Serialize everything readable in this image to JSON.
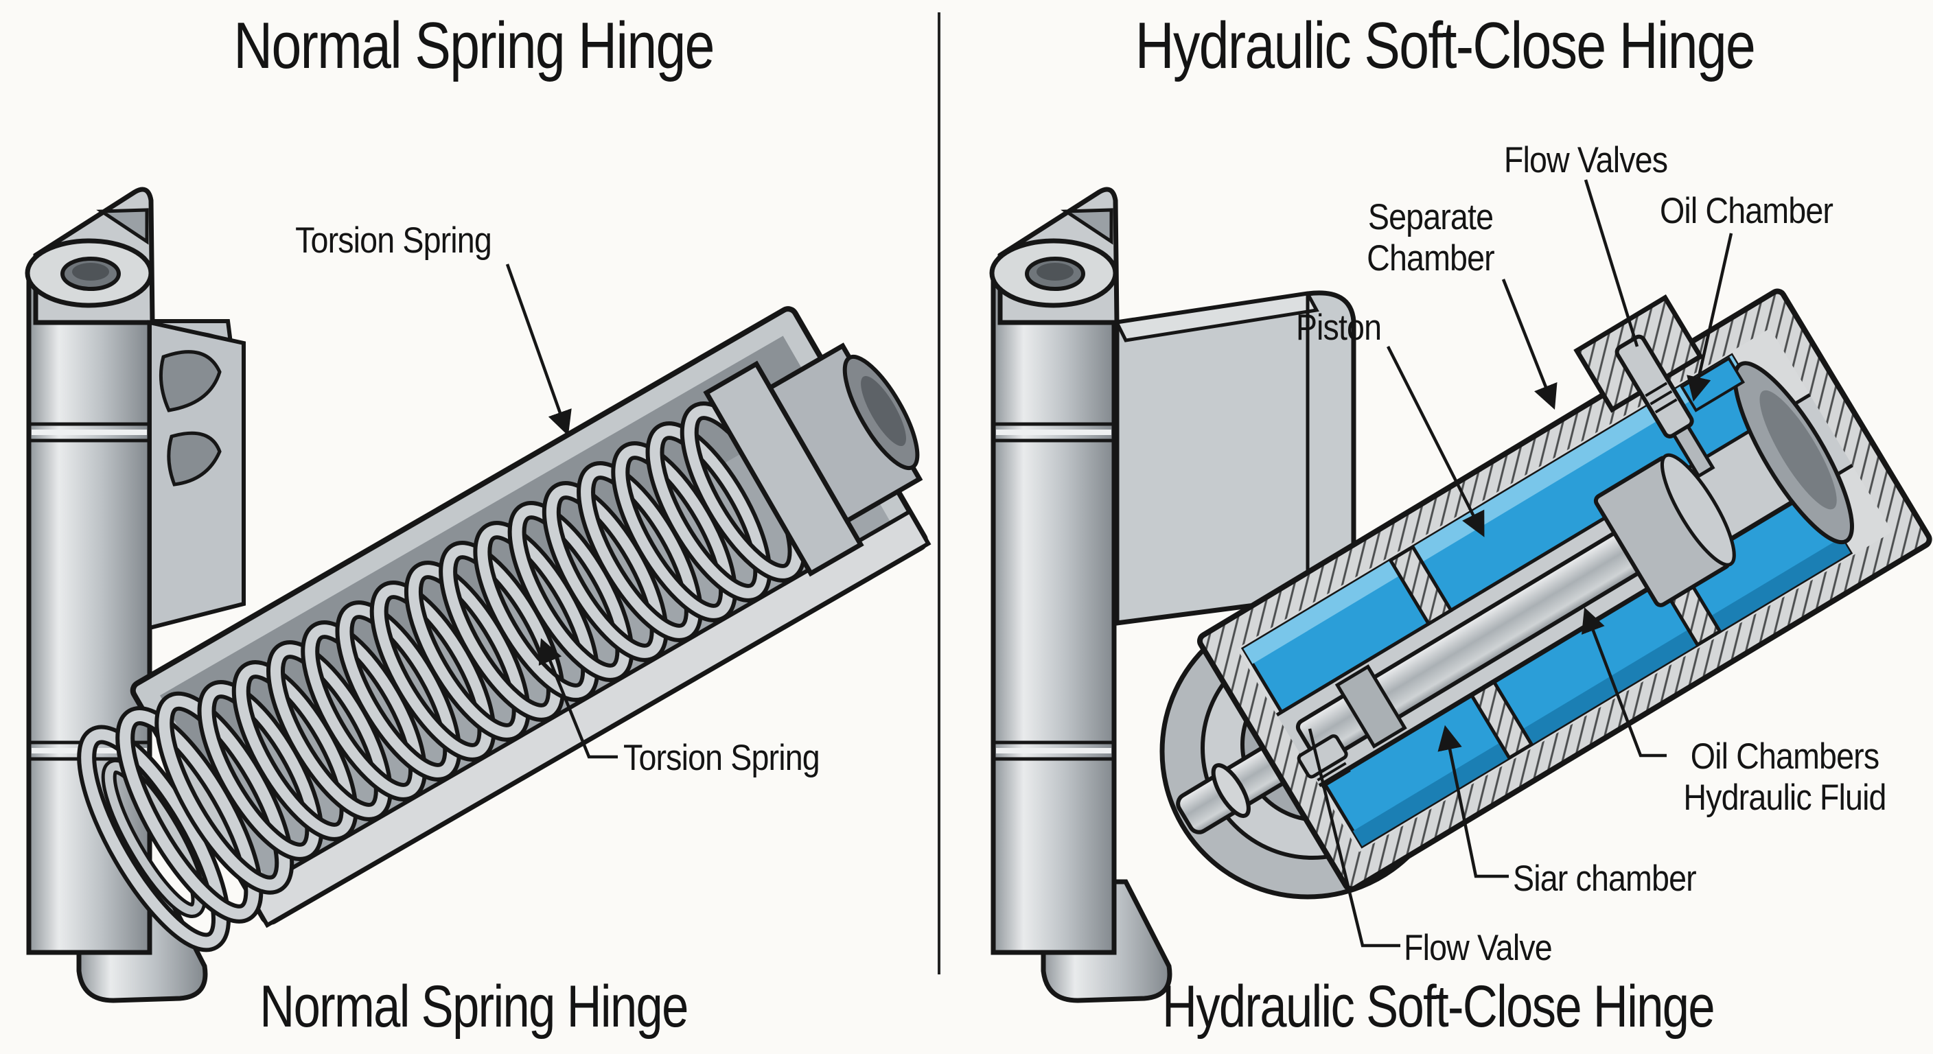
{
  "left_panel": {
    "title": "Normal Spring Hinge",
    "caption": "Normal Spring Hinge",
    "labels": {
      "torsion_spring_top": "Torsion Spring",
      "torsion_spring_bottom": "Torsion Spring"
    }
  },
  "right_panel": {
    "title": "Hydraulic Soft-Close Hinge",
    "caption": "Hydraulic Soft-Close Hinge",
    "labels": {
      "flow_valves": "Flow Valves",
      "separate_chamber_line1": "Separate",
      "separate_chamber_line2": "Chamber",
      "oil_chamber": "Oil Chamber",
      "piston": "Piston",
      "oil_chambers_line1": "Oil Chambers",
      "oil_chambers_line2": "Hydraulic Fluid",
      "siar_chamber": "Siar chamber",
      "flow_valve": "Flow Valve"
    }
  },
  "colors": {
    "hydraulic_fluid_blue": "#2b9ed8",
    "metal_grey": "#bcc1c5",
    "outline_black": "#161616"
  }
}
